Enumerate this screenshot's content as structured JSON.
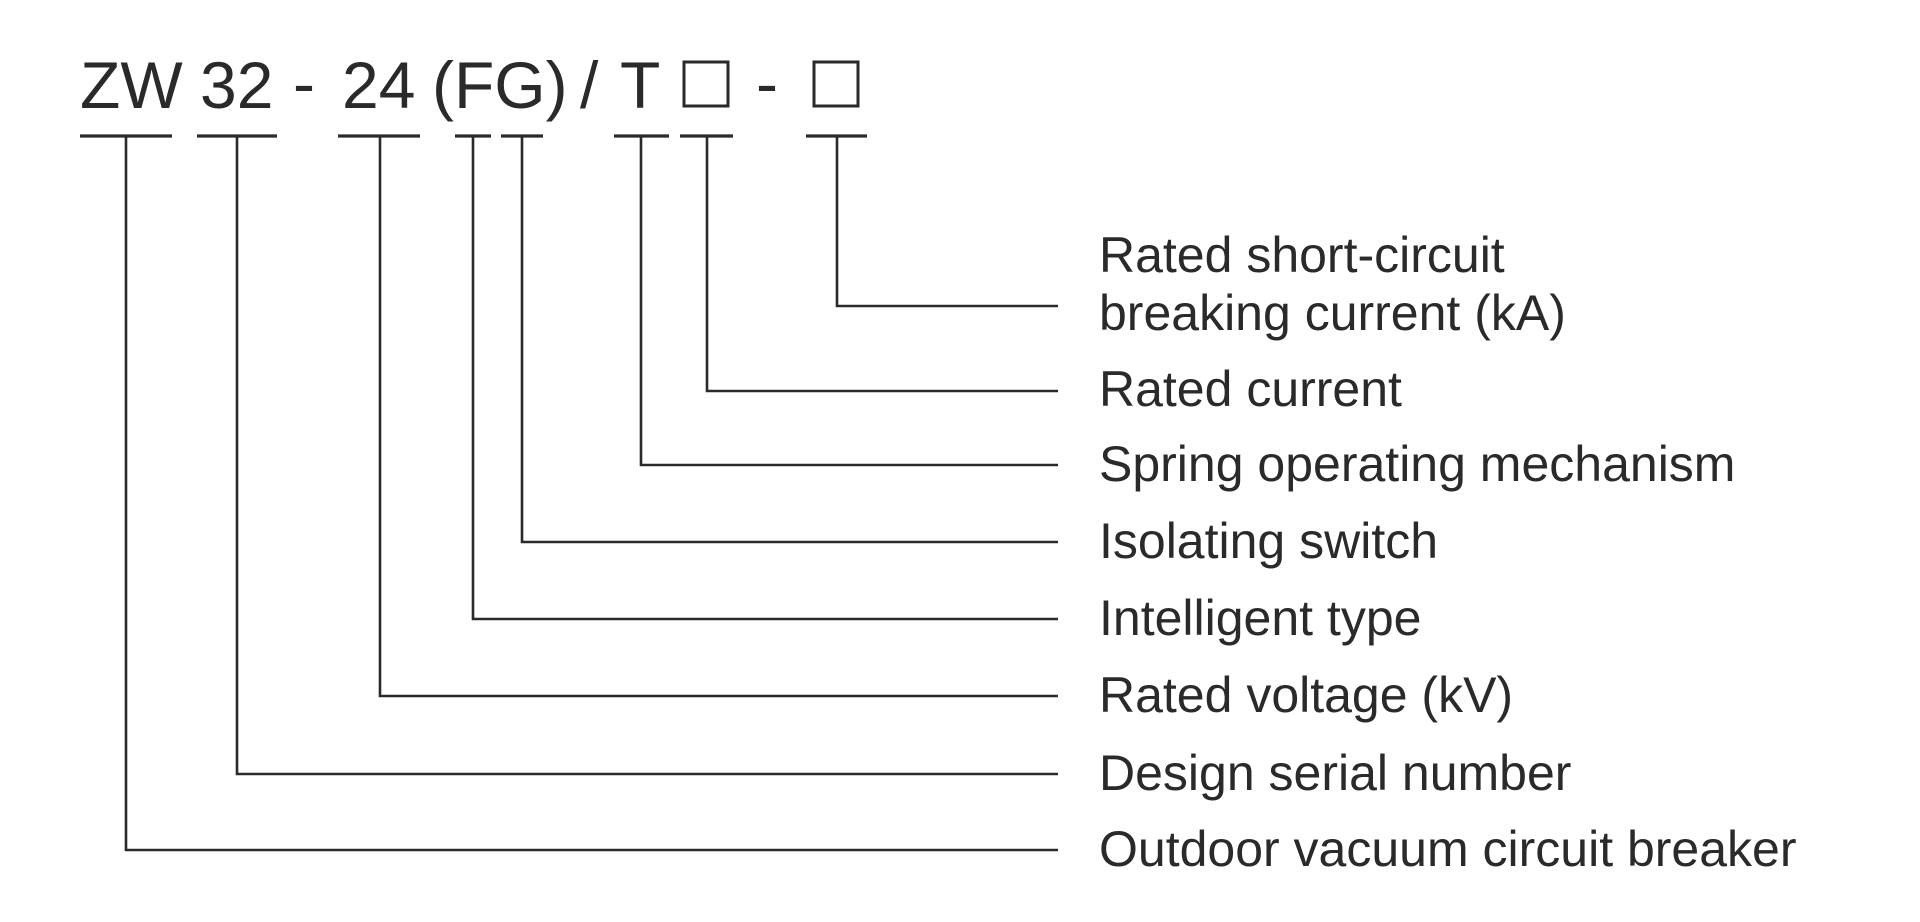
{
  "model_code": {
    "series": "ZW",
    "design_no": "32",
    "dash_1": "-",
    "voltage": "24",
    "option": "(FG)",
    "slash": "/",
    "mechanism": "T",
    "dash_2": "-"
  },
  "labels": {
    "short_circuit_line1": "Rated short-circuit",
    "short_circuit_line2": "breaking current (kA)",
    "rated_current": "Rated current",
    "spring_mechanism": "Spring operating mechanism",
    "isolating_switch": "Isolating switch",
    "intelligent_type": "Intelligent type",
    "rated_voltage": "Rated voltage (kV)",
    "design_serial": "Design serial number",
    "outdoor_breaker": "Outdoor vacuum circuit breaker"
  },
  "colors": {
    "ink": "#2a2a2a",
    "background": "#ffffff"
  }
}
